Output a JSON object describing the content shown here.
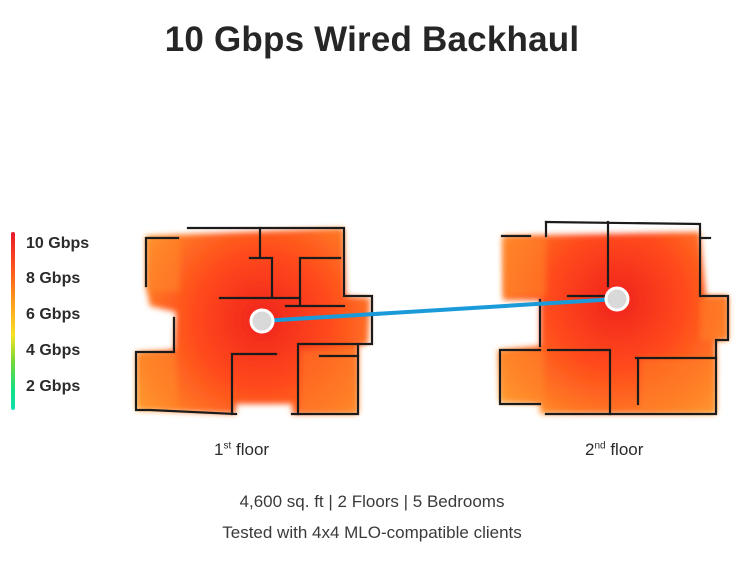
{
  "title": "10 Gbps Wired Backhaul",
  "legend": {
    "items": [
      "10 Gbps",
      "8 Gbps",
      "6 Gbps",
      "4 Gbps",
      "2 Gbps"
    ],
    "gradient_colors": [
      "#e8192c",
      "#ff5a1a",
      "#ffb21f",
      "#f6e322",
      "#7ed636",
      "#13e07e",
      "#12e0b4"
    ]
  },
  "floors": {
    "first": {
      "ordinal": "1",
      "suffix": "st",
      "word": "floor"
    },
    "second": {
      "ordinal": "2",
      "suffix": "nd",
      "word": "floor"
    }
  },
  "backhaul_line_color": "#1a9ad9",
  "heat_colors": {
    "core": "#f0231a",
    "mid": "#ff5a1f",
    "edge": "#ffa233"
  },
  "info": {
    "line1": "4,600 sq. ft | 2 Floors | 5 Bedrooms",
    "line2": "Tested with 4x4 MLO-compatible clients"
  }
}
